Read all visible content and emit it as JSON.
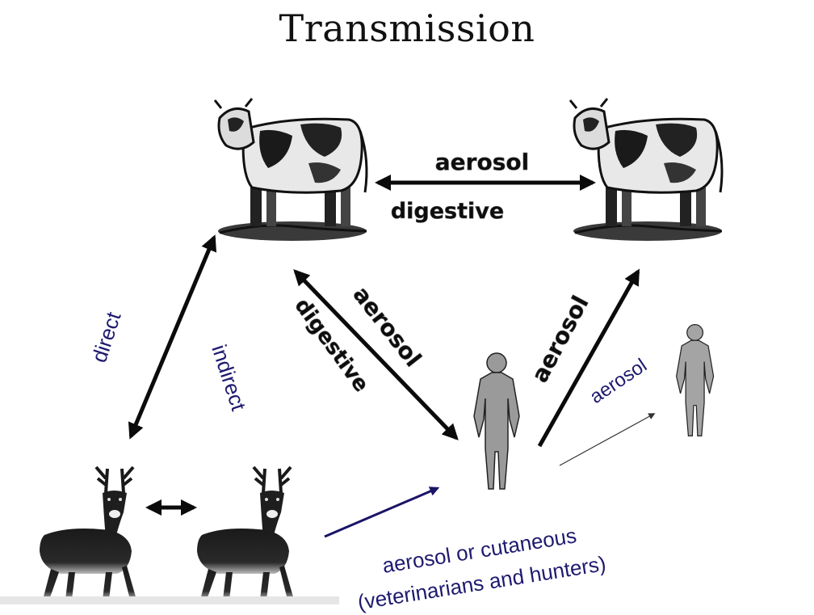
{
  "title": "Transmission",
  "labels": {
    "cow_cow_top": "aerosol",
    "cow_cow_bottom": "digestive",
    "direct": "direct",
    "indirect": "indirect",
    "cow_human_aerosol": "aerosol",
    "cow_human_digestive": "digestive",
    "human_cow_aerosol": "aerosol",
    "human_human_aerosol": "aerosol",
    "deer_human_line1": "aerosol or cutaneous",
    "deer_human_line2": "(veterinarians and hunters)"
  },
  "nodes": {
    "cow_left": "cow-icon",
    "cow_right": "cow-icon",
    "deer_left": "deer-icon",
    "deer_right": "deer-icon",
    "human_large": "human-icon",
    "human_small": "human-icon"
  }
}
